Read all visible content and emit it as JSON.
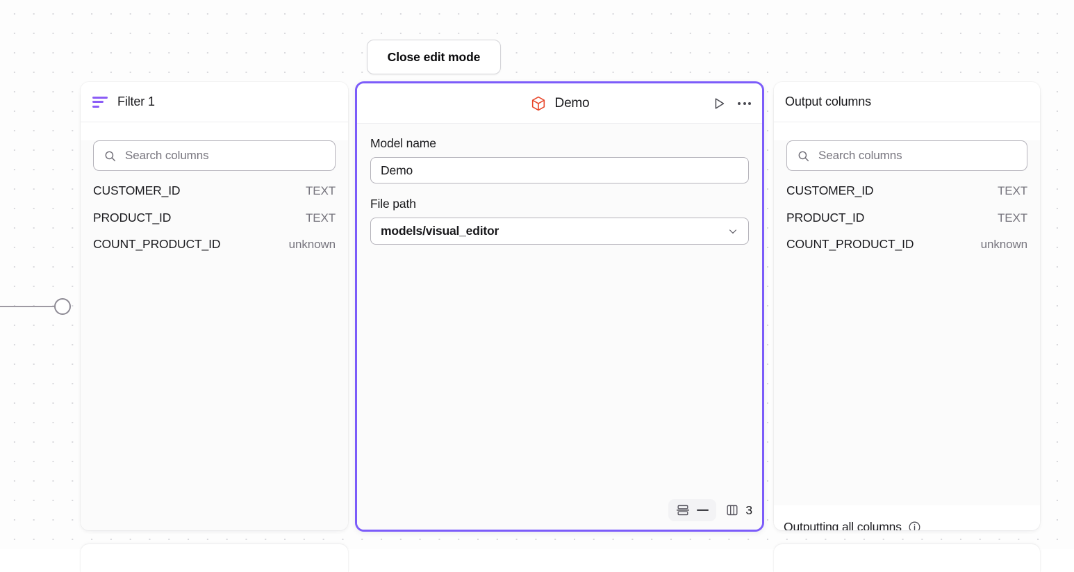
{
  "canvas": {
    "edge_handle_name": "connection-handle"
  },
  "toolbar": {
    "close_edit_mode_label": "Close edit mode"
  },
  "filter_panel": {
    "title": "Filter 1",
    "icon": "filter-icon",
    "search": {
      "placeholder": "Search columns",
      "value": "",
      "icon": "search-icon"
    },
    "columns": [
      {
        "name": "CUSTOMER_ID",
        "type": "TEXT"
      },
      {
        "name": "PRODUCT_ID",
        "type": "TEXT"
      },
      {
        "name": "COUNT_PRODUCT_ID",
        "type": "unknown"
      }
    ]
  },
  "model_panel": {
    "title": "Demo",
    "icon": "cube-icon",
    "actions": {
      "run_icon": "play-icon",
      "more_icon": "ellipsis-icon"
    },
    "fields": {
      "model_name_label": "Model name",
      "model_name_value": "Demo",
      "file_path_label": "File path",
      "file_path_value": "models/visual_editor",
      "file_path_chevron": "chevron-down-icon"
    },
    "footer": {
      "rows_icon": "rows-icon",
      "rows_value": "—",
      "columns_icon": "columns-icon",
      "columns_count": "3"
    },
    "accent_color": "#7c5cfa"
  },
  "output_panel": {
    "title": "Output columns",
    "search": {
      "placeholder": "Search columns",
      "value": "",
      "icon": "search-icon"
    },
    "columns": [
      {
        "name": "CUSTOMER_ID",
        "type": "TEXT"
      },
      {
        "name": "PRODUCT_ID",
        "type": "TEXT"
      },
      {
        "name": "COUNT_PRODUCT_ID",
        "type": "unknown"
      }
    ],
    "footer": {
      "text": "Outputting all columns",
      "icon": "info-icon"
    }
  }
}
